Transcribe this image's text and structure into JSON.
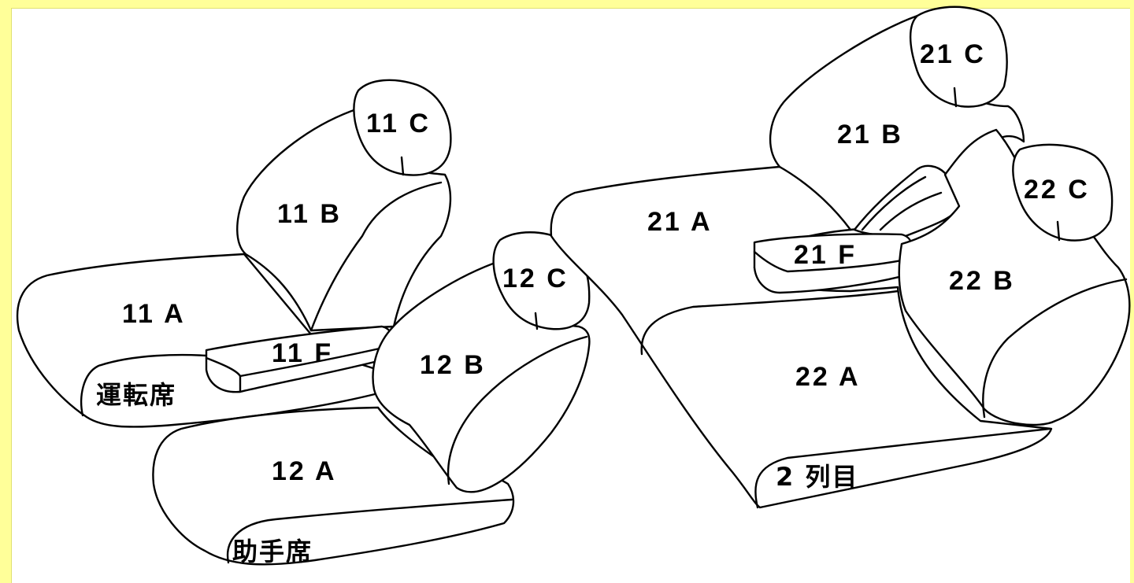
{
  "colors": {
    "background": "#ffff99",
    "panel": "#ffffff",
    "line": "#000000"
  },
  "front_left_seat": {
    "headrest": "11 C",
    "backrest": "11 B",
    "cushion": "11 A",
    "armrest": "11 F",
    "seat_name": "運転席"
  },
  "front_right_seat": {
    "headrest": "12 C",
    "backrest": "12 B",
    "cushion": "12 A",
    "seat_name": "助手席"
  },
  "second_row": {
    "left_headrest": "21 C",
    "left_backrest": "21 B",
    "left_cushion": "21 A",
    "armrest": "21 F",
    "right_headrest": "22 C",
    "right_backrest": "22 B",
    "right_cushion": "22 A",
    "row_name": "2 列目"
  }
}
